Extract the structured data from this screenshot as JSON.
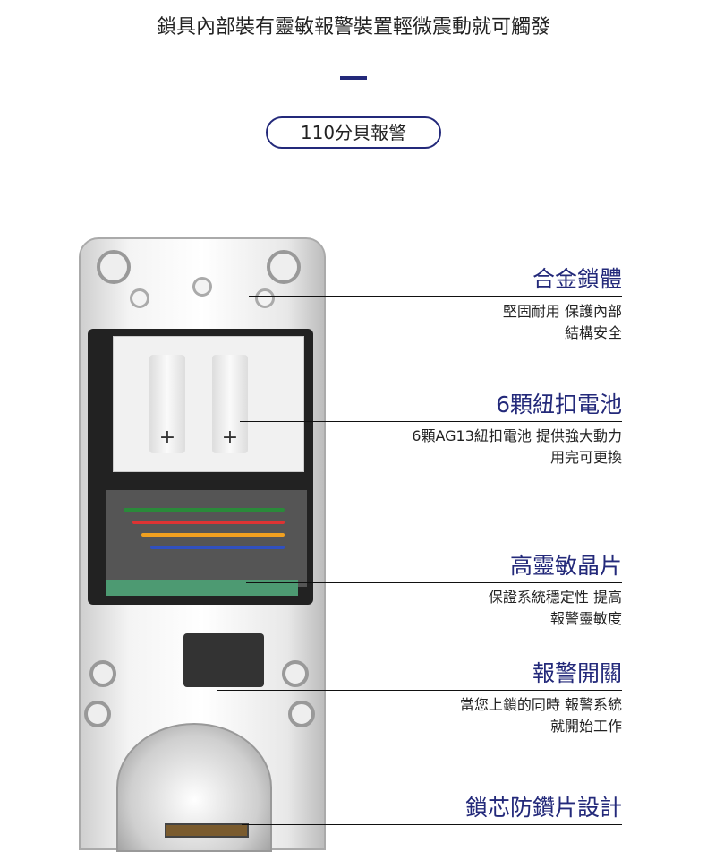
{
  "title": "鎖具內部裝有靈敏報警裝置輕微震動就可觸發",
  "badge": "110分貝報警",
  "callouts": [
    {
      "heading": "合金鎖體",
      "lines": [
        "堅固耐用 保護內部",
        "結構安全"
      ]
    },
    {
      "heading": "6顆紐扣電池",
      "lines": [
        "6顆AG13紐扣電池 提供強大動力",
        "用完可更換"
      ]
    },
    {
      "heading": "高靈敏晶片",
      "lines": [
        "保證系統穩定性 提高",
        "報警靈敏度"
      ]
    },
    {
      "heading": "報警開關",
      "lines": [
        "當您上鎖的同時 報警系統",
        "就開始工作"
      ]
    },
    {
      "heading": "鎖芯防鑽片設計",
      "lines": []
    }
  ],
  "battery_sign": "+",
  "colors": {
    "accent": "#23297a"
  }
}
